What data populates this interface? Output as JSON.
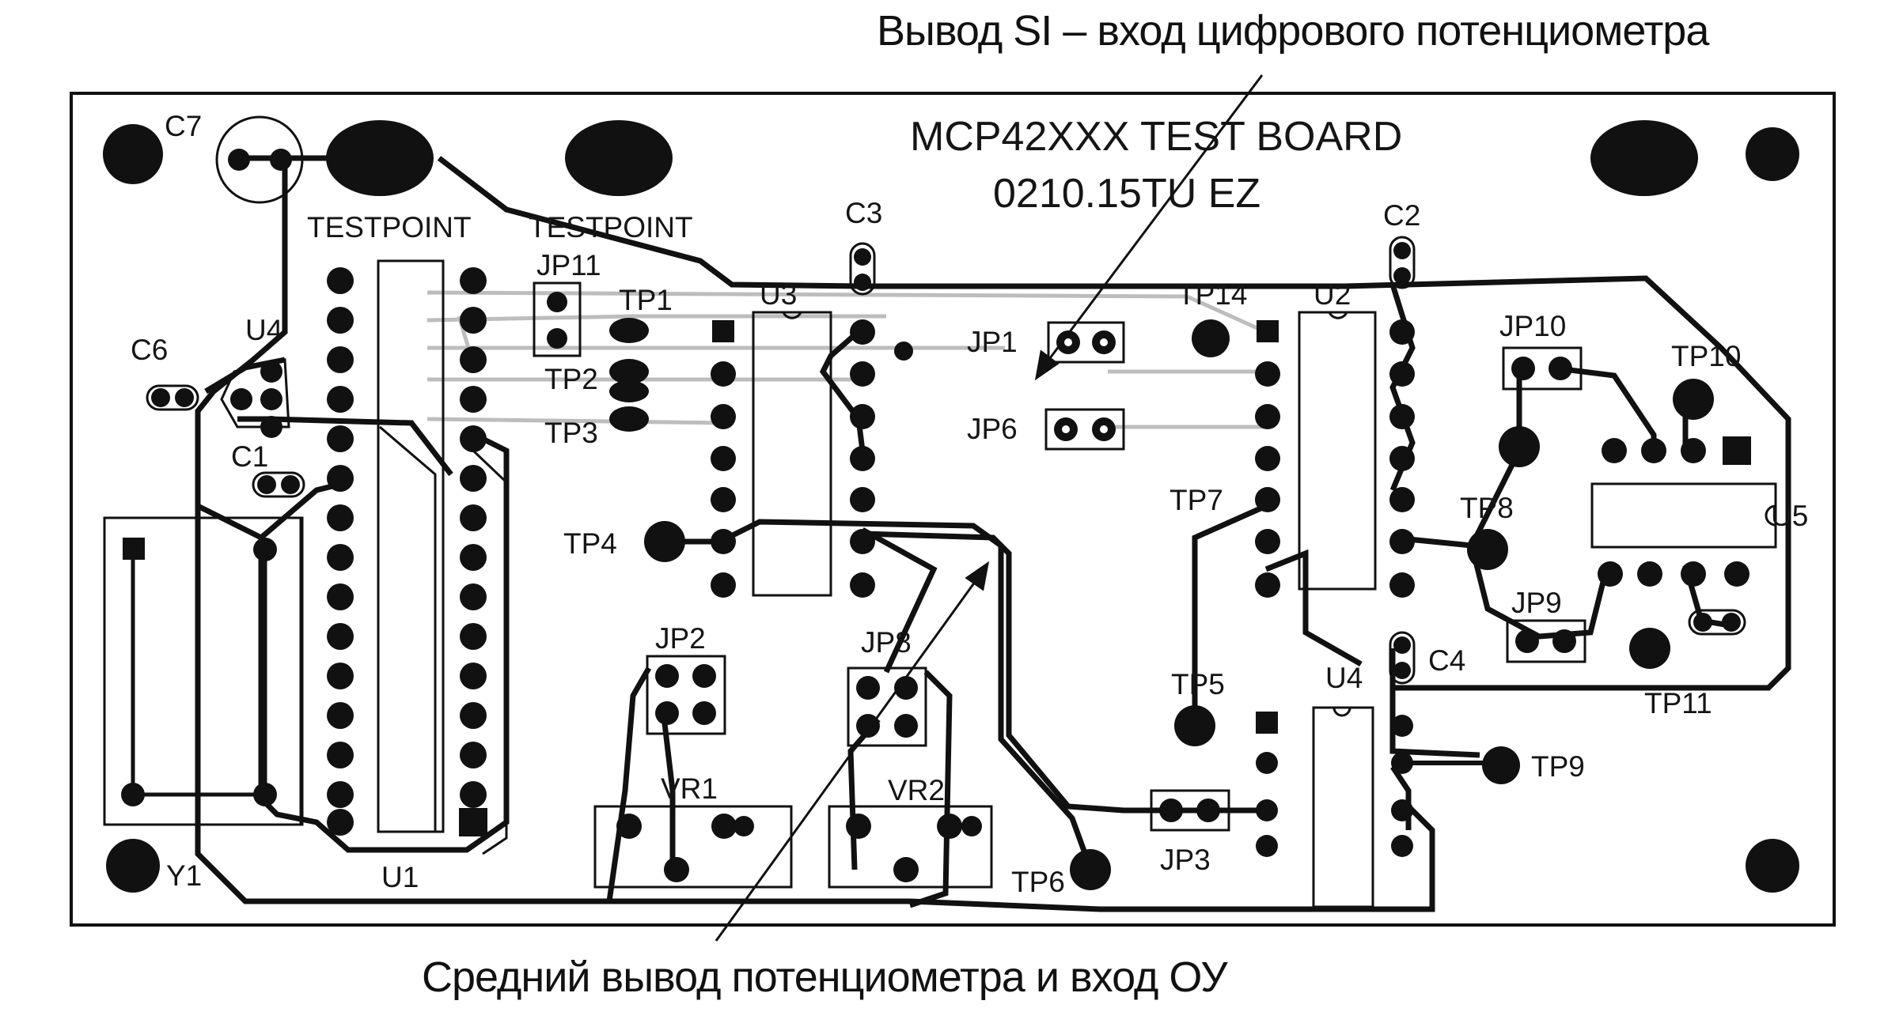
{
  "annotations": {
    "top": "Вывод SI – вход цифрового потенциометра",
    "bottom": "Средний вывод потенциометра и вход ОУ"
  },
  "board": {
    "title": "MCP42XXX   TEST BOARD",
    "code": "0210.15TU  EZ"
  },
  "labels": {
    "c7": "C7",
    "c6": "C6",
    "c1": "C1",
    "c3": "C3",
    "c2": "C2",
    "c4": "C4",
    "u4a": "U4",
    "u4b": "U4",
    "u1": "U1",
    "u2": "U2",
    "u3": "U3",
    "u5": "U5",
    "y1": "Y1",
    "testpoint1": "TESTPOINT",
    "testpoint2": "TESTPOINT",
    "jp11": "JP11",
    "jp1": "JP1",
    "jp6": "JP6",
    "jp2": "JP2",
    "jp8": "JP8",
    "jp3": "JP3",
    "jp9": "JP9",
    "jp10": "JP10",
    "tp1": "TP1",
    "tp2": "TP2",
    "tp3": "TP3",
    "tp4": "TP4",
    "tp5": "TP5",
    "tp6": "TP6",
    "tp7": "TP7",
    "tp8": "TP8",
    "tp9": "TP9",
    "tp10": "TP10",
    "tp11": "TP11",
    "tp14": "TP14",
    "vr1": "VR1",
    "vr2": "VR2"
  },
  "colors": {
    "ink": "#111111",
    "trace_light": "#bdbdbd",
    "background": "#ffffff"
  }
}
